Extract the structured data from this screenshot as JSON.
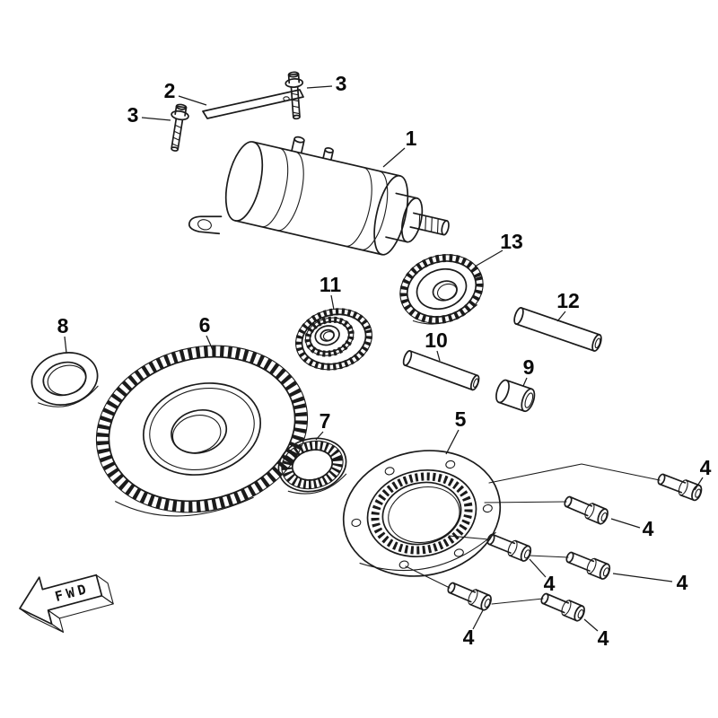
{
  "colors": {
    "ink": "#1b1b1b",
    "background": "#ffffff"
  },
  "diagram": {
    "fwd_label": "FWD",
    "callouts": [
      {
        "part": "2"
      },
      {
        "part": "3"
      },
      {
        "part": "3"
      },
      {
        "part": "1"
      },
      {
        "part": "13"
      },
      {
        "part": "11"
      },
      {
        "part": "12"
      },
      {
        "part": "8"
      },
      {
        "part": "6"
      },
      {
        "part": "10"
      },
      {
        "part": "9"
      },
      {
        "part": "7"
      },
      {
        "part": "5"
      },
      {
        "part": "4"
      },
      {
        "part": "4"
      },
      {
        "part": "4"
      },
      {
        "part": "4"
      },
      {
        "part": "4"
      },
      {
        "part": "4"
      }
    ]
  }
}
